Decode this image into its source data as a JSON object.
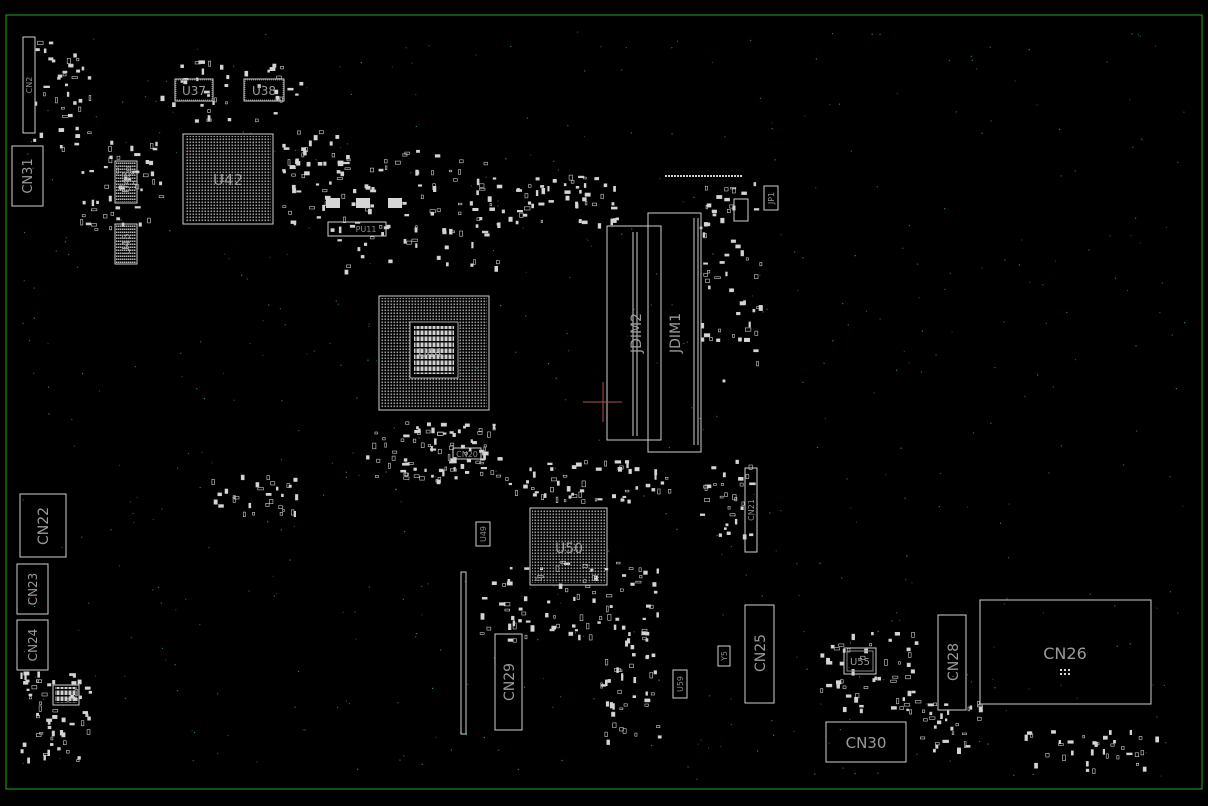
{
  "colors": {
    "background": "#000000",
    "board_outline": "#1f8a1f",
    "silkscreen": "#cfcfcf",
    "label": "#9a9a9a",
    "via": "#2aa59a",
    "cursor": "#b05050"
  },
  "labels": {
    "cn31": "CN31",
    "u37": "U37",
    "u38": "U38",
    "u42": "U42",
    "u43": "U43",
    "u45": "U45",
    "u44": "U44",
    "jdim2": "JDIM2",
    "jdim1": "JDIM1",
    "cn22": "CN22",
    "cn23": "CN23",
    "cn24": "CN24",
    "u50": "U50",
    "u49": "U49",
    "cn29": "CN29",
    "cn25": "CN25",
    "u55": "U55",
    "cn28": "CN28",
    "cn26": "CN26",
    "cn30": "CN30",
    "cn20": "CN20",
    "cn21": "CN21",
    "u59": "U59",
    "y5": "Y5",
    "pu11": "PU11",
    "cn2": "CN2",
    "fr1": "JP1"
  }
}
